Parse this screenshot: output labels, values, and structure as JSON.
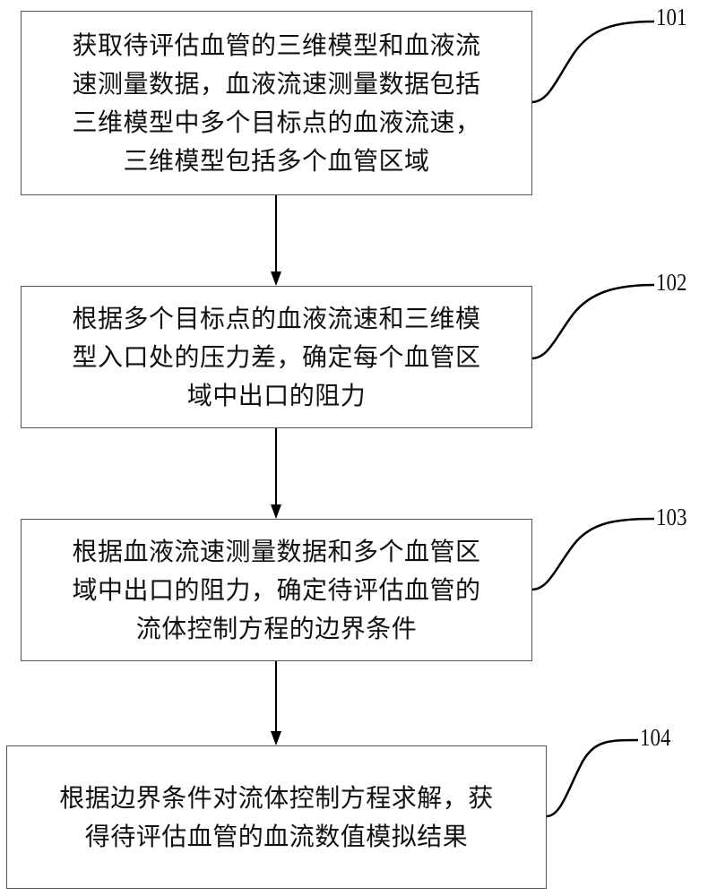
{
  "steps": [
    {
      "id": "101",
      "text": "获取待评估血管的三维模型和血液流速测量数据，血液流速测量数据包括三维模型中多个目标点的血液流速，三维模型包括多个血管区域",
      "lines": [
        "获取待评估血管的三维模型和血液流",
        "速测量数据，血液流速测量数据包括",
        "三维模型中多个目标点的血液流速，",
        "三维模型包括多个血管区域"
      ]
    },
    {
      "id": "102",
      "text": "根据多个目标点的血液流速和三维模型入口处的压力差，确定每个血管区域中出口的阻力",
      "lines": [
        "根据多个目标点的血液流速和三维模",
        "型入口处的压力差，确定每个血管区",
        "域中出口的阻力"
      ]
    },
    {
      "id": "103",
      "text": "根据血液流速测量数据和多个血管区域中出口的阻力，确定待评估血管的流体控制方程的边界条件",
      "lines": [
        "根据血液流速测量数据和多个血管区",
        "域中出口的阻力，确定待评估血管的",
        "流体控制方程的边界条件"
      ]
    },
    {
      "id": "104",
      "text": "根据边界条件对流体控制方程求解，获得待评估血管的血流数值模拟结果",
      "lines": [
        "根据边界条件对流体控制方程求解，获",
        "得待评估血管的血流数值模拟结果"
      ]
    }
  ],
  "colors": {
    "line": "#000000",
    "box_border": "#555555"
  }
}
